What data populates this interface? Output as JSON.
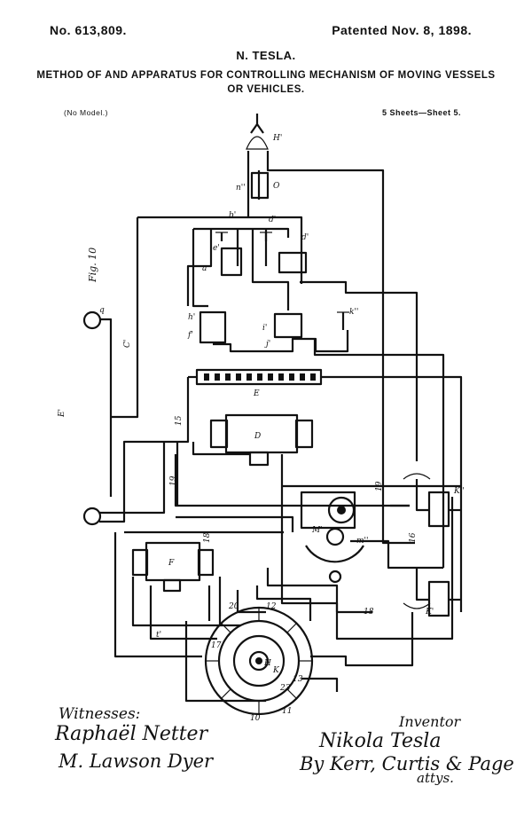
{
  "header": {
    "patent_number": "No. 613,809.",
    "patent_date": "Patented Nov. 8, 1898.",
    "inventor": "N. TESLA.",
    "title_line1": "METHOD OF AND APPARATUS FOR CONTROLLING MECHANISM OF MOVING VESSELS",
    "title_line2": "OR VEHICLES.",
    "model": "(No Model.)",
    "sheets": "5 Sheets—Sheet 5."
  },
  "figure": {
    "label": "Fig. 10",
    "labels": {
      "H2": "H'",
      "O": "O",
      "n2": "n''",
      "b1": "b'",
      "e1": "e'",
      "d1a": "d'",
      "d1b": "d'",
      "a": "a",
      "h1": "h'",
      "i1": "i'",
      "f1": "f'",
      "k2": "k''",
      "j1": "j'",
      "q": "q",
      "C1": "C'",
      "E1": "E'",
      "E": "E",
      "n15": "15",
      "D": "D",
      "n19a": "19",
      "n19b": "19",
      "K2": "K''",
      "n16": "16",
      "K1": "K'",
      "M1": "M'",
      "m2": "m''",
      "F": "F",
      "n18a": "18",
      "n18b": "18",
      "n20": "20",
      "n12": "12",
      "H": "H",
      "t1": "t'",
      "n17": "17",
      "n10": "10",
      "n11": "11",
      "n13": "13",
      "n23": "23",
      "K": "K"
    }
  },
  "signatures": {
    "witnesses_label": "Witnesses:",
    "witness_1": "Raphaël Netter",
    "witness_2": "M. Lawson Dyer",
    "inventor_label": "Inventor",
    "inventor_signature": "Nikola Tesla",
    "attorneys": "By Kerr, Curtis & Page",
    "atty_abbrev": "attys."
  }
}
